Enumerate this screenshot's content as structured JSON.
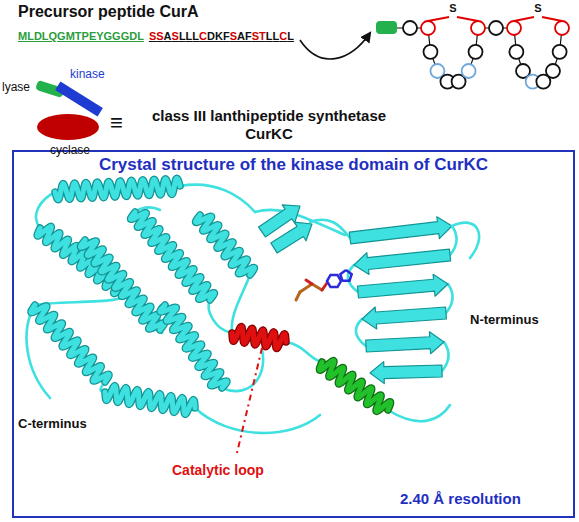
{
  "diagram": {
    "nodes": [
      {
        "text": [
          "Crystal structure of the kinase domain of CurKC"
        ]
      }
    ],
    "labels": [
      "Precursor peptide CurA",
      "MLDLQGMTPEYGGGDL",
      "SSASLLLCDKFSAFSTLLCL",
      "lyase",
      "kinase",
      "cyclase",
      "≡",
      "class III lanthipeptide synthetase CurKC",
      "S",
      "S",
      "N-terminus",
      "C-terminus",
      "Catalytic loop",
      "2.40 Å resolution"
    ]
  }
}
